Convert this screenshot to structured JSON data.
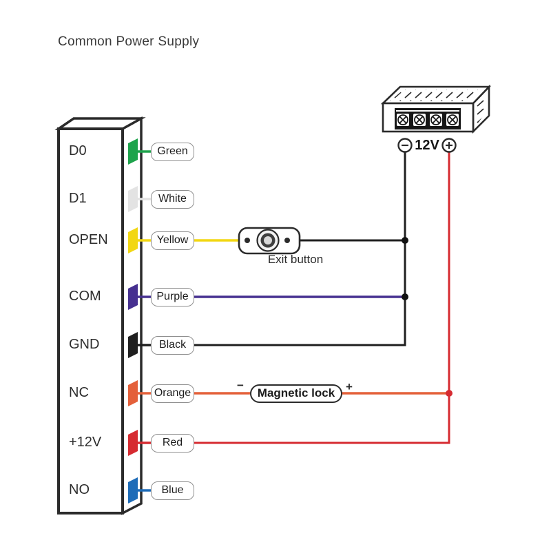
{
  "title": "Common Power Supply",
  "colors": {
    "green": "#1ea34c",
    "white": "#e3e3e3",
    "yellow": "#f2d713",
    "purple": "#463090",
    "black": "#1f1f1f",
    "orange": "#e4603a",
    "red": "#d62b31",
    "blue": "#1e6cb8",
    "outline": "#2b2b2b",
    "junction_black": "#111111",
    "junction_red": "#d62b31"
  },
  "device": {
    "pins": [
      {
        "pin": "D0",
        "wire": "Green"
      },
      {
        "pin": "D1",
        "wire": "White"
      },
      {
        "pin": "OPEN",
        "wire": "Yellow"
      },
      {
        "pin": "COM",
        "wire": "Purple"
      },
      {
        "pin": "GND",
        "wire": "Black"
      },
      {
        "pin": "NC",
        "wire": "Orange"
      },
      {
        "pin": "+12V",
        "wire": "Red"
      },
      {
        "pin": "NO",
        "wire": "Blue"
      }
    ]
  },
  "exit_button": {
    "label": "Exit button"
  },
  "magnetic_lock": {
    "label": "Magnetic lock",
    "minus": "−",
    "plus": "+"
  },
  "power_supply": {
    "voltage": "12V"
  }
}
